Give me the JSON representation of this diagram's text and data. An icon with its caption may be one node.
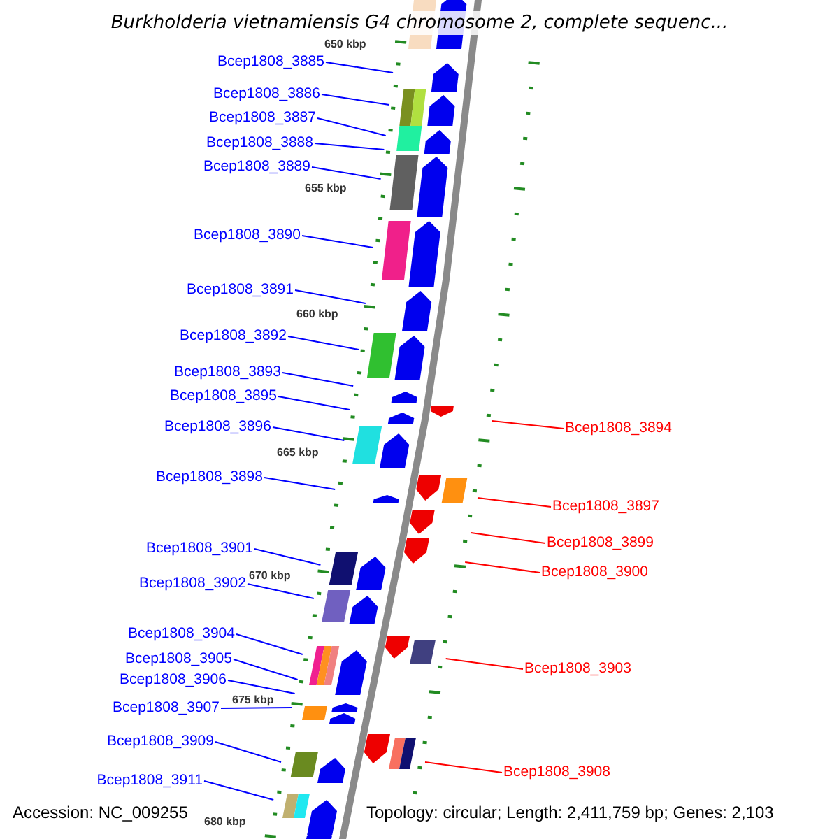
{
  "diagram": {
    "title": "Burkholderia vietnamiensis G4 chromosome 2, complete sequenc...",
    "nodes": [
      {
        "text": [
          "Bcep1808_3885"
        ]
      },
      {
        "text": [
          "Bcep1808_3886"
        ]
      },
      {
        "text": [
          "Bcep1808_3887"
        ]
      },
      {
        "text": [
          "Bcep1808_3888"
        ]
      },
      {
        "text": [
          "Bcep1808_3889"
        ]
      },
      {
        "text": [
          "Bcep1808_3890"
        ]
      },
      {
        "text": [
          "Bcep1808_3891"
        ]
      },
      {
        "text": [
          "Bcep1808_3892"
        ]
      },
      {
        "text": [
          "Bcep1808_3893"
        ]
      },
      {
        "text": [
          "Bcep1808_3895"
        ]
      },
      {
        "text": [
          "Bcep1808_3896"
        ]
      },
      {
        "text": [
          "Bcep1808_3898"
        ]
      },
      {
        "text": [
          "Bcep1808_3901"
        ]
      },
      {
        "text": [
          "Bcep1808_3902"
        ]
      },
      {
        "text": [
          "Bcep1808_3904"
        ]
      },
      {
        "text": [
          "Bcep1808_3905"
        ]
      },
      {
        "text": [
          "Bcep1808_3906"
        ]
      },
      {
        "text": [
          "Bcep1808_3907"
        ]
      },
      {
        "text": [
          "Bcep1808_3909"
        ]
      },
      {
        "text": [
          "Bcep1808_3911"
        ]
      },
      {
        "text": [
          "Bcep1808_3894"
        ]
      },
      {
        "text": [
          "Bcep1808_3897"
        ]
      },
      {
        "text": [
          "Bcep1808_3899"
        ]
      },
      {
        "text": [
          "Bcep1808_3900"
        ]
      },
      {
        "text": [
          "Bcep1808_3903"
        ]
      },
      {
        "text": [
          "Bcep1808_3908"
        ]
      }
    ],
    "edges": [
      {
        "from": 0,
        "to": null,
        "arrow": "none"
      },
      {
        "from": 1,
        "to": null,
        "arrow": "none"
      },
      {
        "from": 2,
        "to": null,
        "arrow": "none"
      },
      {
        "from": 3,
        "to": null,
        "arrow": "none"
      },
      {
        "from": 4,
        "to": null,
        "arrow": "none"
      },
      {
        "from": 5,
        "to": null,
        "arrow": "none"
      },
      {
        "from": 6,
        "to": null,
        "arrow": "none"
      },
      {
        "from": 7,
        "to": null,
        "arrow": "none"
      },
      {
        "from": 8,
        "to": null,
        "arrow": "none"
      },
      {
        "from": 9,
        "to": null,
        "arrow": "none"
      },
      {
        "from": 10,
        "to": null,
        "arrow": "none"
      },
      {
        "from": 11,
        "to": null,
        "arrow": "none"
      },
      {
        "from": 12,
        "to": null,
        "arrow": "none"
      },
      {
        "from": 13,
        "to": null,
        "arrow": "none"
      },
      {
        "from": 14,
        "to": null,
        "arrow": "none"
      },
      {
        "from": 15,
        "to": null,
        "arrow": "none"
      },
      {
        "from": 16,
        "to": null,
        "arrow": "none"
      },
      {
        "from": 17,
        "to": null,
        "arrow": "none"
      },
      {
        "from": 18,
        "to": null,
        "arrow": "none"
      },
      {
        "from": 19,
        "to": null,
        "arrow": "none"
      },
      {
        "from": 20,
        "to": null,
        "arrow": "none",
        "color": "#ff0000"
      },
      {
        "from": 21,
        "to": null,
        "arrow": "none",
        "color": "#ff0000"
      },
      {
        "from": 22,
        "to": null,
        "arrow": "none",
        "color": "#ff0000"
      },
      {
        "from": 23,
        "to": null,
        "arrow": "none",
        "color": "#ff0000"
      },
      {
        "from": 24,
        "to": null,
        "arrow": "none",
        "color": "#ff0000"
      },
      {
        "from": 25,
        "to": null,
        "arrow": "none",
        "color": "#ff0000"
      }
    ],
    "labels": [
      "650 kbp",
      "655 kbp",
      "660 kbp",
      "665 kbp",
      "670 kbp",
      "675 kbp",
      "680 kbp",
      "Accession: NC_009255",
      "Topology: circular; Length: 2,411,759 bp; Genes: 2,103"
    ]
  }
}
